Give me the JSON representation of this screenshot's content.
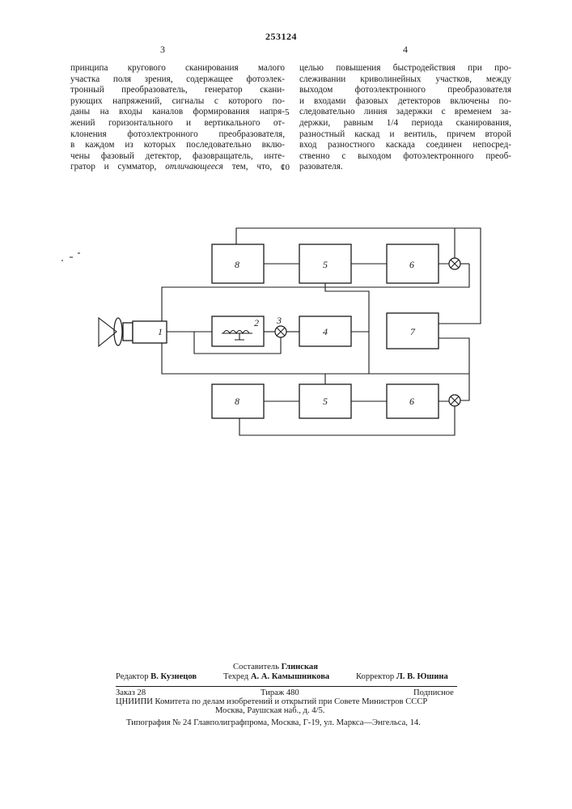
{
  "header": {
    "patent_number": "253124",
    "column_left": "3",
    "column_right": "4"
  },
  "left_column": [
    "принципа кругового сканирования малого",
    "участка поля зрения, содержащее фотоэлек-",
    "тронный преобразователь, генератор скани-",
    "рующих напряжений, сигналы с которого по-",
    "даны на входы каналов формирования напря-",
    "жений горизонтального и вертикального от-",
    "клонения фотоэлектронного преобразователя,",
    "в каждом из которых последовательно вклю-",
    "чены фазовый детектор, фазовращатель, инте-"
  ],
  "left_last": {
    "before": "гратор и сумматор,",
    "emph": "отличающееся",
    "after": "тем, что, с"
  },
  "line_numbers": [
    "5",
    "10"
  ],
  "right_column": [
    "целью повышения быстродействия при про-",
    "слеживании криволинейных участков, между",
    "выходом фотоэлектронного преобразователя",
    "и входами фазовых детекторов включены по-",
    "следовательно линия задержки с временем за-",
    "держки, равным 1/4 периода сканирования,",
    "разностный каскад и вентиль, причем второй",
    "вход разностного каскада соединен непосред-",
    "ственно с выходом фотоэлектронного преоб-",
    "разователя."
  ],
  "diagram": {
    "labels": {
      "b1": "1",
      "b2": "2",
      "b3": "3",
      "b4": "4",
      "b5_top": "5",
      "b6_top": "6",
      "b7": "7",
      "b8_top": "8",
      "b5_bot": "5",
      "b6_bot": "6",
      "b8_bot": "8"
    }
  },
  "footer": {
    "compiler_label": "Составитель",
    "compiler_name": "Глинская",
    "editor_label": "Редактор",
    "editor_name": "В. Кузнецов",
    "techred_label": "Техред",
    "techred_name": "А. А. Камышникова",
    "corrector_label": "Корректор",
    "corrector_name": "Л. В. Юшина",
    "order": "Заказ 28",
    "circulation": "Тираж 480",
    "subscription": "Подписное",
    "org_line": "ЦНИИПИ Комитета по делам изобретений и открытий при Совете Министров СССР",
    "address": "Москва, Раушская наб., д. 4/5.",
    "printer": "Типография № 24 Главполиграфпрома, Москва, Г-19, ул. Маркса—Энгельса, 14."
  }
}
